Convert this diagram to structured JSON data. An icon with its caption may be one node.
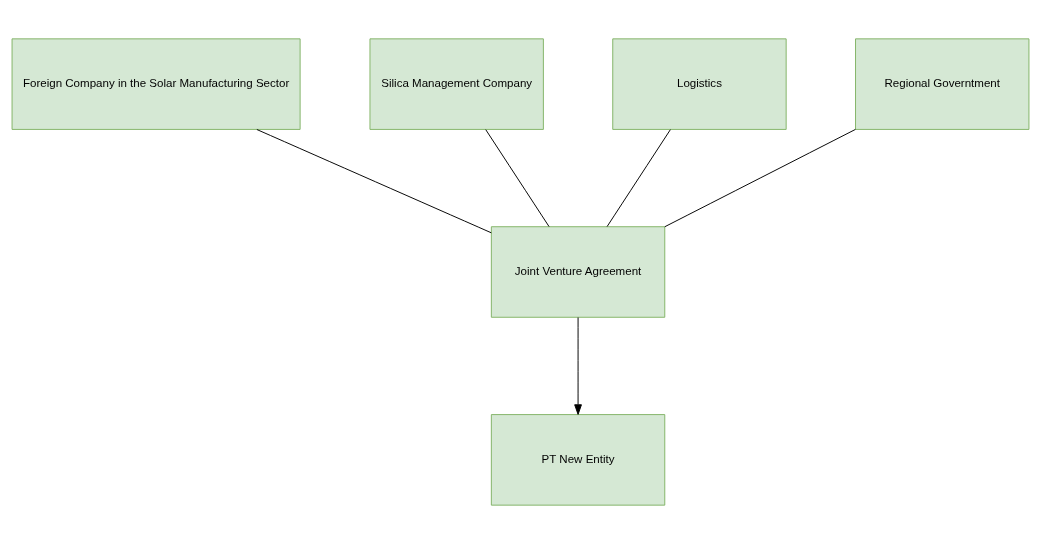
{
  "diagram": {
    "nodes": [
      {
        "text": [
          "Foreign Company in the Solar Manufacturing Sector"
        ]
      },
      {
        "text": [
          "Silica Management Company"
        ]
      },
      {
        "text": [
          "Logistics"
        ]
      },
      {
        "text": [
          "Regional Governtment"
        ]
      },
      {
        "text": [
          "Joint Venture Agreement"
        ]
      },
      {
        "text": [
          "PT New Entity"
        ]
      }
    ],
    "edges": [
      {
        "from": 0,
        "to": 4,
        "arrow": "none"
      },
      {
        "from": 1,
        "to": 4,
        "arrow": "none"
      },
      {
        "from": 2,
        "to": 4,
        "arrow": "none"
      },
      {
        "from": 3,
        "to": 4,
        "arrow": "none"
      },
      {
        "from": 4,
        "to": 5,
        "arrow": "to"
      }
    ]
  }
}
